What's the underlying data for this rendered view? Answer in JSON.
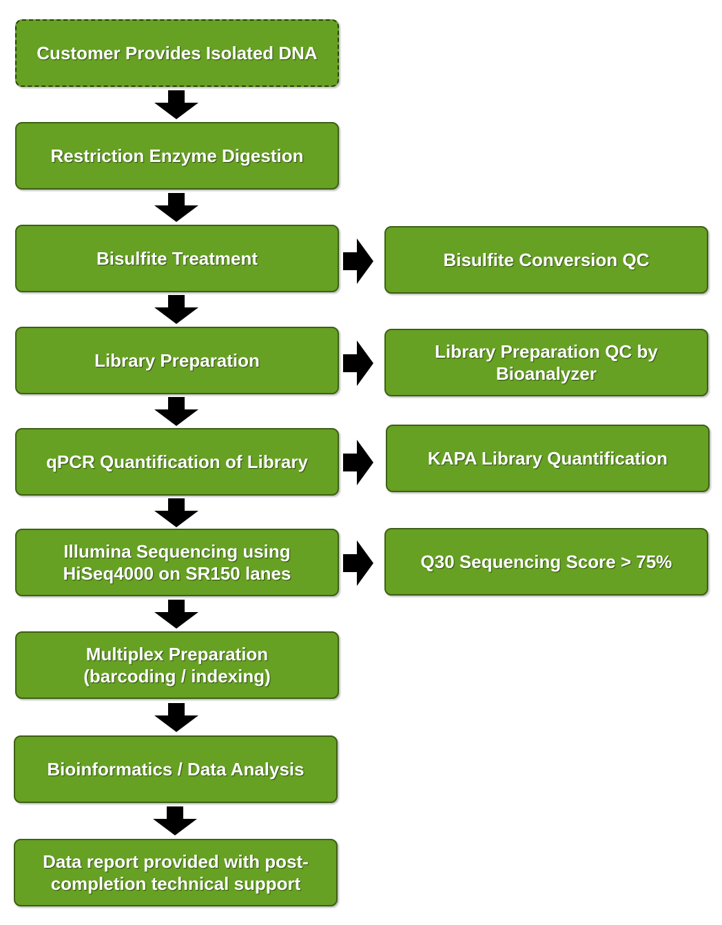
{
  "main_steps": [
    "Customer Provides Isolated DNA",
    "Restriction Enzyme Digestion",
    "Bisulfite Treatment",
    "Library Preparation",
    "qPCR Quantification of Library",
    "Illumina Sequencing using\nHiSeq4000 on SR150 lanes",
    "Multiplex Preparation\n(barcoding / indexing)",
    "Bioinformatics / Data Analysis",
    "Data report provided with post-\ncompletion technical support"
  ],
  "qc_steps": [
    "Bisulfite Conversion QC",
    "Library Preparation QC by\nBioanalyzer",
    "KAPA Library Quantification",
    "Q30 Sequencing Score > 75%"
  ],
  "colors": {
    "box_fill": "#66a123",
    "box_border": "#3e5f14",
    "arrow": "#000000",
    "text": "#ffffff"
  }
}
